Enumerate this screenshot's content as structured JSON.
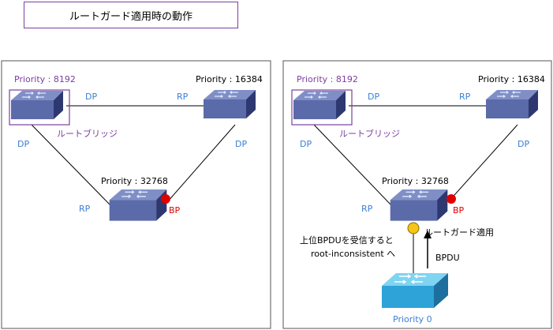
{
  "title": "ルートガード適用時の動作",
  "left_panel": {
    "root_priority": "Priority : 8192",
    "right_priority": "Priority : 16384",
    "bottom_priority": "Priority : 32768",
    "root_bridge_label": "ルートブリッジ",
    "port_dp_top_left": "DP",
    "port_rp_top_right": "RP",
    "port_dp_left": "DP",
    "port_dp_right": "DP",
    "port_rp_bottom": "RP",
    "port_bp_bottom": "BP"
  },
  "right_panel": {
    "root_priority": "Priority : 8192",
    "right_priority": "Priority : 16384",
    "bottom_priority": "Priority : 32768",
    "root_bridge_label": "ルートブリッジ",
    "port_dp_top_left": "DP",
    "port_rp_top_right": "RP",
    "port_dp_left": "DP",
    "port_dp_right": "DP",
    "port_rp_bottom": "RP",
    "port_bp_bottom": "BP",
    "root_guard_label": "ルートガード適用",
    "superior_bpdu_text": "上位BPDUを受信すると",
    "root_inconsistent_text": "root-inconsistent へ",
    "bpdu_label": "BPDU",
    "new_switch_priority": "Priority  0"
  },
  "colors": {
    "port_label": "#3a7ed8",
    "root_bridge": "#7b3f9f",
    "blocked_port": "#e00000",
    "root_guard": "#f5c518",
    "switch_top": "#6f7fb8",
    "switch_side": "#39437a",
    "new_switch": "#36a9dc"
  }
}
